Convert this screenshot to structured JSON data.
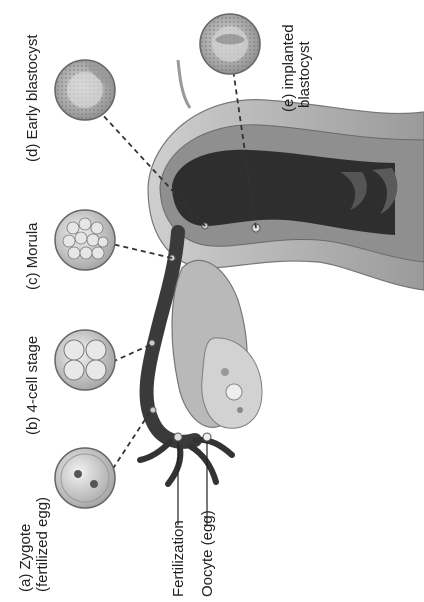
{
  "labels": {
    "zygote_line1": "(a) Zygote",
    "zygote_line2": "(fertilized egg)",
    "four_cell": "(b) 4-cell stage",
    "morula": "(c) Morula",
    "early_blastocyst": "(d) Early blastocyst",
    "implanted_line1": "(e) implanted",
    "implanted_line2": "blastocyst",
    "fertilization": "Fertilization",
    "oocyte": "Oocyte (egg)"
  },
  "colors": {
    "uterus_wall": "#b8b8b8",
    "uterus_lining": "#8a8a8a",
    "cavity": "#2e2e2e",
    "tube": "#3a3a3a",
    "ovary": "#cfcfcf",
    "cell": "#d6d6d6",
    "dash": "#333333"
  }
}
